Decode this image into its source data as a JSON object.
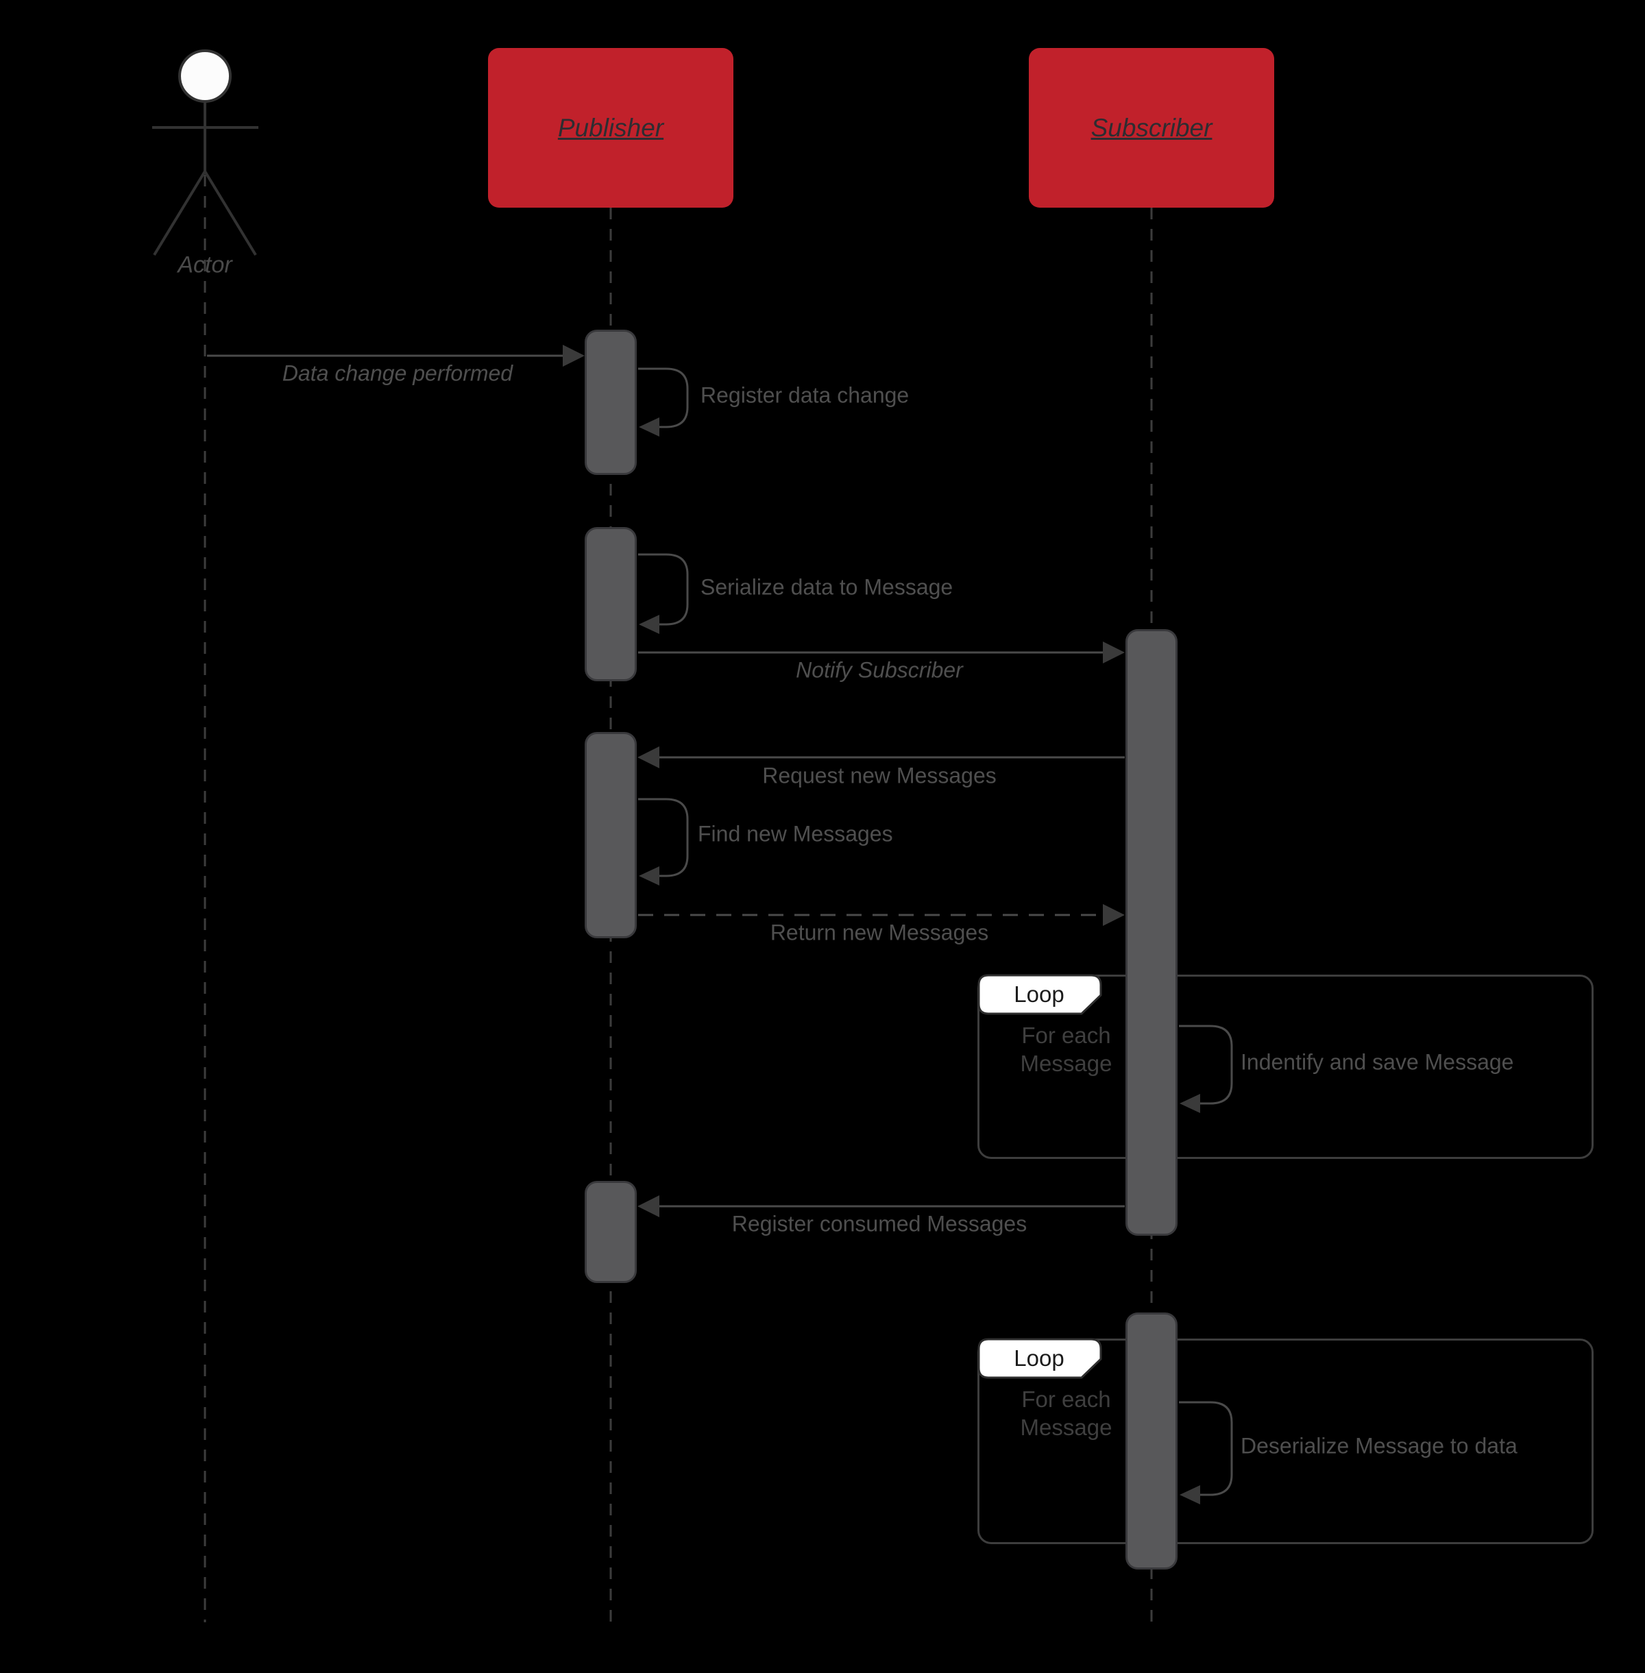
{
  "diagram_type": "uml-sequence-diagram",
  "colors": {
    "background": "#000000",
    "participant_fill": "#c1212b",
    "participant_title": "#2d2d31",
    "activation_fill": "#58585a",
    "line": "#4a4a4a",
    "message_text": "#4f4f4f",
    "fragment_border": "#3d3d3d",
    "fragment_label_bg": "#ffffff",
    "actor_head_fill": "#fcfcfc"
  },
  "actor": {
    "label": "Actor"
  },
  "participants": [
    {
      "label": "Publisher"
    },
    {
      "label": "Subscriber"
    }
  ],
  "messages": [
    {
      "label": "Data change performed",
      "from": "Actor",
      "to": "Publisher",
      "style": "solid-italic"
    },
    {
      "label": "Register data change",
      "from": "Publisher",
      "to": "Publisher",
      "style": "self"
    },
    {
      "label": "Serialize data to Message",
      "from": "Publisher",
      "to": "Publisher",
      "style": "self"
    },
    {
      "label": "Notify Subscriber",
      "from": "Publisher",
      "to": "Subscriber",
      "style": "solid-italic"
    },
    {
      "label": "Request new Messages",
      "from": "Subscriber",
      "to": "Publisher",
      "style": "solid"
    },
    {
      "label": "Find new Messages",
      "from": "Publisher",
      "to": "Publisher",
      "style": "self"
    },
    {
      "label": "Return new Messages",
      "from": "Publisher",
      "to": "Subscriber",
      "style": "dashed"
    },
    {
      "label": "Indentify and save Message",
      "from": "Subscriber",
      "to": "Subscriber",
      "style": "self"
    },
    {
      "label": "Register consumed Messages",
      "from": "Subscriber",
      "to": "Publisher",
      "style": "solid"
    },
    {
      "label": "Deserialize Message to data",
      "from": "Subscriber",
      "to": "Subscriber",
      "style": "self"
    }
  ],
  "fragments": [
    {
      "operator": "Loop",
      "guard": "For each Message"
    },
    {
      "operator": "Loop",
      "guard": "For each Message"
    }
  ]
}
